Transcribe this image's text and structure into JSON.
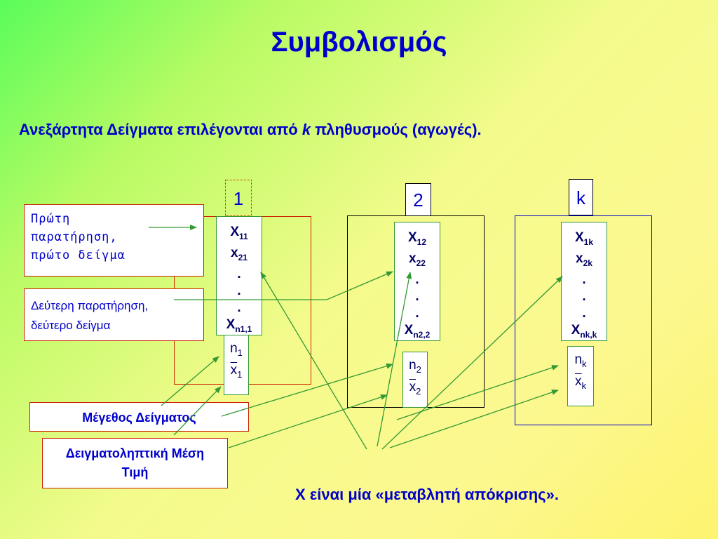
{
  "title": "Συμβολισμός",
  "subtitle": {
    "before": "Ανεξάρτητα Δείγματα επιλέγονται από ",
    "k": "k",
    "after": " πληθυσμούς  (αγωγές)."
  },
  "populations": [
    {
      "label": "1",
      "rows": [
        [
          "X",
          "11"
        ],
        [
          "x",
          "21"
        ],
        [
          ".",
          ""
        ],
        [
          ".",
          ""
        ],
        [
          ".",
          ""
        ],
        [
          "X",
          "n1,1"
        ]
      ],
      "n": [
        "n",
        "1"
      ],
      "mean": [
        "x",
        "1"
      ]
    },
    {
      "label": "2",
      "rows": [
        [
          "X",
          "12"
        ],
        [
          "x",
          "22"
        ],
        [
          ".",
          ""
        ],
        [
          ".",
          ""
        ],
        [
          ".",
          ""
        ],
        [
          "X",
          "n2,2"
        ]
      ],
      "n": [
        "n",
        "2"
      ],
      "mean": [
        "x",
        "2"
      ]
    },
    {
      "label": "k",
      "rows": [
        [
          "X",
          "1k"
        ],
        [
          "x",
          "2k"
        ],
        [
          ".",
          ""
        ],
        [
          ".",
          ""
        ],
        [
          ".",
          ""
        ],
        [
          "X",
          "nk,k"
        ]
      ],
      "n": [
        "n",
        "k"
      ],
      "mean": [
        "x",
        "k"
      ]
    }
  ],
  "labels": {
    "first_observation": [
      "Πρώτη",
      "παρατήρηση,",
      "πρώτο δείγμα"
    ],
    "second_observation": [
      "Δεύτερη παρατήρηση,",
      "δεύτερο δείγμα"
    ],
    "sample_size": "Μέγεθος Δείγματος",
    "sample_mean": [
      "Δειγματοληπτική Μέση",
      "Τιμή"
    ]
  },
  "footer": "X είναι μία «μεταβλητή απόκρισης».",
  "colors": {
    "title": "#0000cc",
    "arrow": "#339933",
    "border_red": "#cc2200"
  }
}
